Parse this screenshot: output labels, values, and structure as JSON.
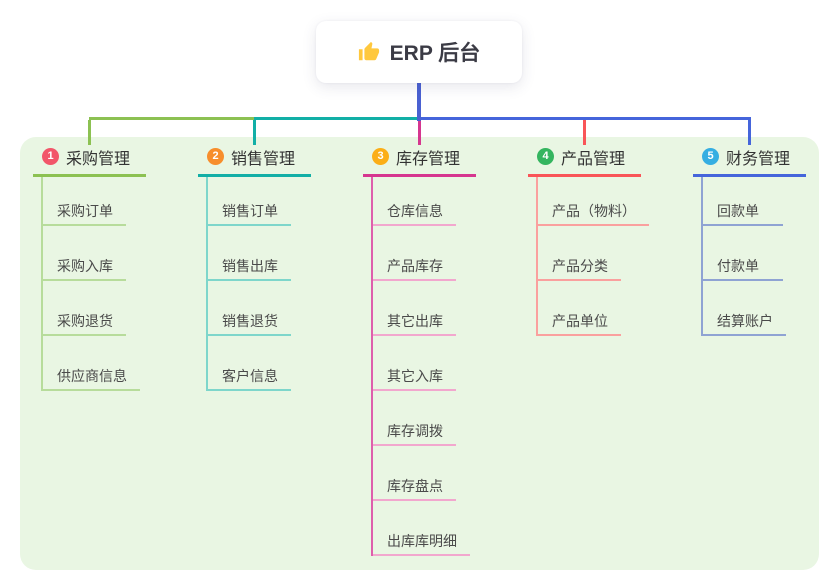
{
  "root": {
    "title": "ERP 后台",
    "icon": "thumbs-up-icon",
    "icon_color": "#FFC83D"
  },
  "colors": {
    "panel_bg": "#E9F6E3",
    "root_connector": "#4A61D2",
    "root_text": "#3B3B45",
    "branch_title_text": "#333333",
    "child_text": "#4A4A4A"
  },
  "branches": [
    {
      "index": "1",
      "label": "采购管理",
      "badge_color": "#F2566A",
      "line_color": "#8CC152",
      "child_line_color": "#B7DC9B",
      "spine_color": "#B7DC9B",
      "children": [
        "采购订单",
        "采购入库",
        "采购退货",
        "供应商信息"
      ]
    },
    {
      "index": "2",
      "label": "销售管理",
      "badge_color": "#F78E2C",
      "line_color": "#12AFA6",
      "child_line_color": "#7ED6CB",
      "spine_color": "#7ED6CB",
      "children": [
        "销售订单",
        "销售出库",
        "销售退货",
        "客户信息"
      ]
    },
    {
      "index": "3",
      "label": "库存管理",
      "badge_color": "#FBAE17",
      "line_color": "#D6368F",
      "child_line_color": "#F2A7CE",
      "spine_color": "#DE5FAC",
      "children": [
        "仓库信息",
        "产品库存",
        "其它出库",
        "其它入库",
        "库存调拨",
        "库存盘点",
        "出库库明细"
      ]
    },
    {
      "index": "4",
      "label": "产品管理",
      "badge_color": "#34B55F",
      "line_color": "#F95558",
      "child_line_color": "#FAA09E",
      "spine_color": "#FAA09E",
      "children": [
        "产品（物料）",
        "产品分类",
        "产品单位"
      ]
    },
    {
      "index": "5",
      "label": "财务管理",
      "badge_color": "#35AEE2",
      "line_color": "#4565DB",
      "child_line_color": "#8FA3D3",
      "spine_color": "#8FA3D3",
      "children": [
        "回款单",
        "付款单",
        "结算账户"
      ]
    }
  ]
}
